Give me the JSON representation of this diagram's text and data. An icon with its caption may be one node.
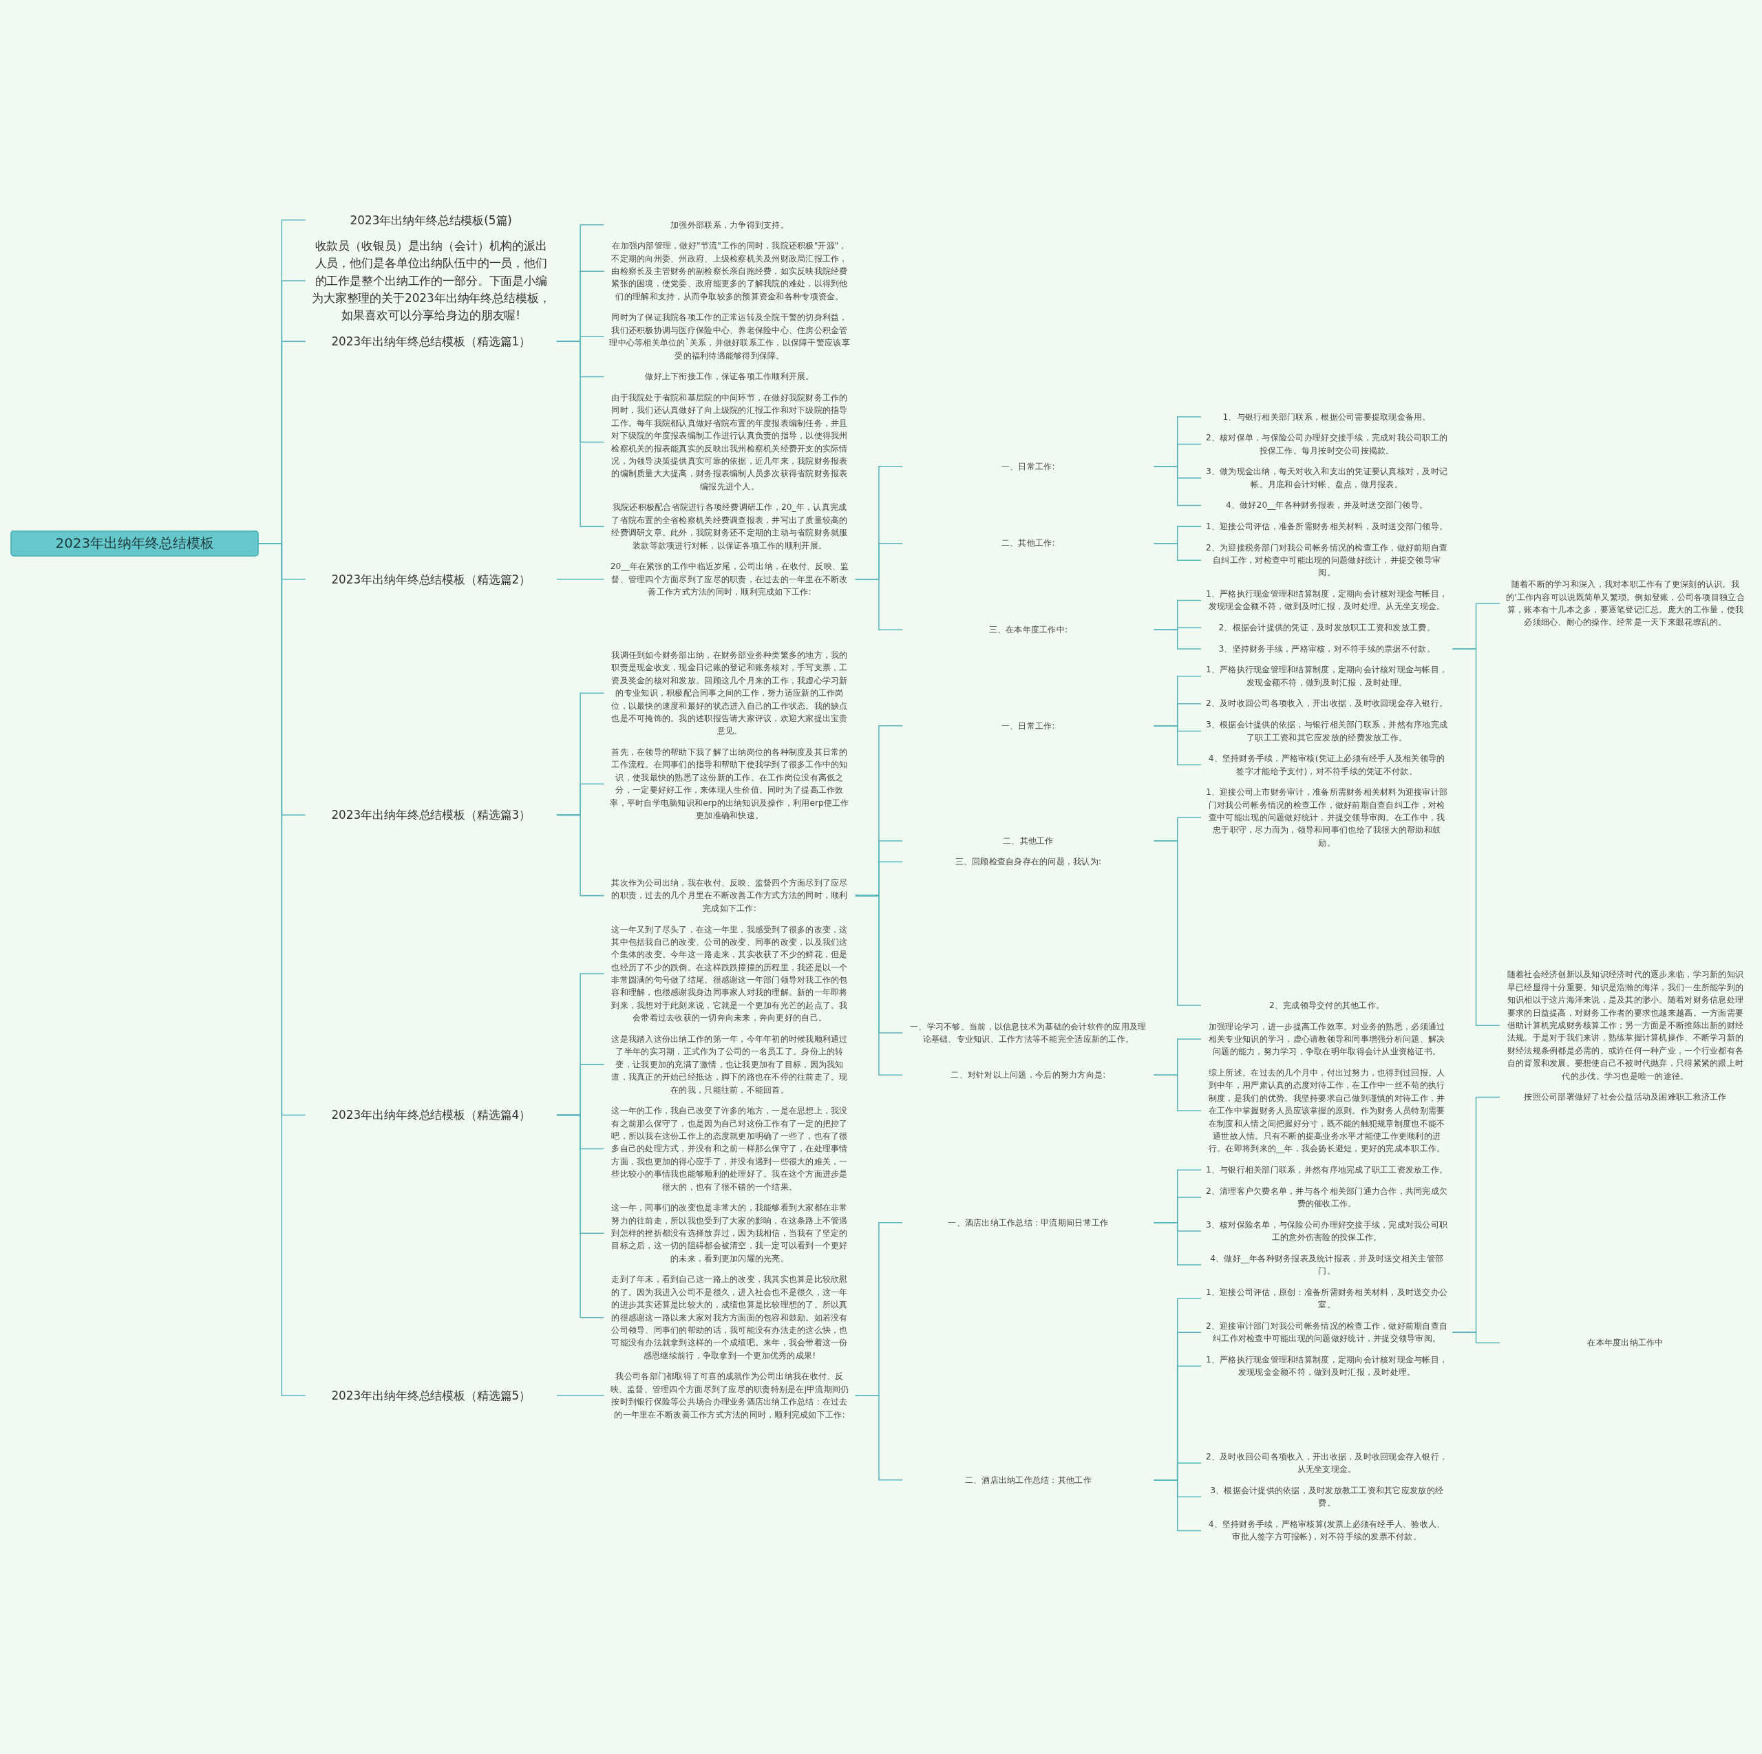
{
  "diagram": {
    "nodes": [
      {
        "text": [
          "2023年出纳年终总结模板"
        ]
      },
      {
        "text": [
          "2023年出纳年终总结模板(5篇)"
        ]
      },
      {
        "text": [
          "收款员（收银员）是出纳（会计）机构的派出人员，他们是各单位出纳队伍中的一员，他们的工作是整个出纳工作的一部分。下面是小编为大家整理的关于2023年出纳年终总结模板，如果喜欢可以分享给身边的朋友喔!"
        ]
      },
      {
        "text": [
          "2023年出纳年终总结模板（精选篇1）"
        ]
      },
      {
        "text": [
          "加强外部联系，力争得到支持。"
        ]
      },
      {
        "text": [
          "在加强内部管理，做好\"节流\"工作的同时，我院还积极\"开源\"，不定期的向州委、州政府、上级检察机关及州财政局汇报工作，由检察长及主管财务的副检察长亲自跑经费，如实反映我院经费紧张的困境，使党委、政府能更多的了解我院的难处，以得到他们的理解和支持，从而争取较多的预算资金和各种专项资金。"
        ]
      },
      {
        "text": [
          "同时为了保证我院各项工作的正常运转及全院干警的切身利益，我们还积极协调与医疗保险中心、养老保险中心、住房公积金管理中心等相关单位的`关系，并做好联系工作，以保障干警应该享受的福利待遇能够得到保障。"
        ]
      },
      {
        "text": [
          "做好上下衔接工作，保证各项工作顺利开展。"
        ]
      },
      {
        "text": [
          "由于我院处于省院和基层院的中间环节，在做好我院财务工作的同时，我们还认真做好了向上级院的汇报工作和对下级院的指导工作。每年我院都认真做好省院布置的年度报表编制任务，并且对下级院的年度报表编制工作进行认真负责的指导，以使得我州检察机关的报表能真实的反映出我州检察机关经费开支的实际情况，为领导决策提供真实可靠的依据，近几年来，我院财务报表的编制质量大大提高，财务报表编制人员多次获得省院财务报表编报先进个人。"
        ]
      },
      {
        "text": [
          "我院还积极配合省院进行各项经费调研工作，20_年，认真完成了省院布置的全省检察机关经费调查报表，并写出了质量较高的经费调研文章。此外，我院财务还不定期的主动与省院财务就服装款等款项进行对帐，以保证各项工作的顺利开展。"
        ]
      },
      {
        "text": [
          "2023年出纳年终总结模板（精选篇2）"
        ]
      },
      {
        "text": [
          "20__年在紧张的工作中临近岁尾，公司出纳，在收付、反映、监督、管理四个方面尽到了应尽的职责，在过去的一年里在不断改善工作方式方法的同时，顺利完成如下工作:"
        ]
      },
      {
        "text": [
          "一、日常工作:"
        ]
      },
      {
        "text": [
          "1、与银行相关部门联系，根据公司需要提取现金备用。"
        ]
      },
      {
        "text": [
          "2、核对保单，与保险公司办理好交接手续，完成对我公司职工的投保工作。每月按时交公司按揭款。"
        ]
      },
      {
        "text": [
          "3、做为现金出纳，每天对收入和支出的凭证要认真核对，及时记帐。月底和会计对帐、盘点，做月报表。"
        ]
      },
      {
        "text": [
          "4、做好20__年各种财务报表，并及时送交部门领导。"
        ]
      },
      {
        "text": [
          "二、其他工作:"
        ]
      },
      {
        "text": [
          "1、迎接公司评估，准备所需财务相关材料，及时送交部门领导。"
        ]
      },
      {
        "text": [
          "2、为迎接税务部门对我公司帐务情况的检查工作，做好前期自查自纠工作，对检查中可能出现的问题做好统计，并提交领导审阅。"
        ]
      },
      {
        "text": [
          "三、在本年度工作中:"
        ]
      },
      {
        "text": [
          "1、严格执行现金管理和结算制度，定期向会计核对现金与帐目，发现现金金额不符，做到及时汇报，及时处理。从无坐支现金。"
        ]
      },
      {
        "text": [
          "2、根据会计提供的凭证，及时发放职工工资和发放工费。"
        ]
      },
      {
        "text": [
          "3、坚持财务手续，严格审核，对不符手续的票据不付款。"
        ]
      },
      {
        "text": [
          "随着不断的学习和深入，我对本职工作有了更深刻的认识。我的'工作内容可以说既简单又繁琐。例如登账，公司各项目独立合算，账本有十几本之多，要逐笔登记汇总。庞大的工作量，使我必须细心、耐心的操作。经常是一天下来眼花缭乱的。"
        ]
      },
      {
        "text": [
          "随着社会经济创新以及知识经济时代的逐步来临，学习新的知识早已经显得十分重要。知识是浩瀚的海洋，我们一生所能学到的知识相以于这片海洋来说，是及其的渺小。随着对财务信息处理要求的日益提高，对财务工作者的要求也越来越高。一方面需要借助计算机完成财务核算工作；另一方面是不断推陈出新的财经法规。于是对于我们来讲，熟练掌握计算机操作、不断学习新的财经法规条例都是必需的。或许任何一种产业，一个行业都有各自的背景和发展。要想使自己不被时代抛弃，只得紧紧的跟上时代的步伐。学习也是唯一的途径。"
        ]
      },
      {
        "text": [
          "2023年出纳年终总结模板（精选篇3）"
        ]
      },
      {
        "text": [
          "我调任到如今财务部出纳，在财务部业务种类繁多的地方，我的职责是现金收支，现金日记账的登记和账务核对，手写支票，工资及奖金的核对和发放。回顾这几个月来的工作，我虚心学习新的专业知识，积极配合同事之间的工作，努力适应新的工作岗位，以最快的速度和最好的状态进入自己的工作状态。我的缺点也是不可掩饰的。我的述职报告请大家评议，欢迎大家提出宝贵意见。"
        ]
      },
      {
        "text": [
          "首先，在领导的帮助下我了解了出纳岗位的各种制度及其日常的工作流程。在同事们的指导和帮助下使我学到了很多工作中的知识，使我最快的熟悉了这份新的工作。在工作岗位没有高低之分，一定要好好工作，来体现人生价值。同时为了提高工作效率，平时自学电脑知识和erp的出纳知识及操作，利用erp使工作更加准确和快速。"
        ]
      },
      {
        "text": [
          "其次作为公司出纳，我在收付、反映、监督四个方面尽到了应尽的职责，过去的几个月里在不断改善工作方式方法的同时，顺利完成如下工作:"
        ]
      },
      {
        "text": [
          "一、日常工作:"
        ]
      },
      {
        "text": [
          "1、严格执行现金管理和结算制度，定期向会计核对现金与帐目，发现金额不符，做到及时汇报，及时处理。"
        ]
      },
      {
        "text": [
          "2、及时收回公司各项收入，开出收据，及时收回现金存入银行。"
        ]
      },
      {
        "text": [
          "3、根据会计提供的依据，与银行相关部门联系，并然有序地完成了职工工资和其它应发放的经费发放工作。"
        ]
      },
      {
        "text": [
          "4、坚持财务手续，严格审核(凭证上必须有经手人及相关领导的签字才能给予支付)，对不符手续的凭证不付款。"
        ]
      },
      {
        "text": [
          "二、其他工作"
        ]
      },
      {
        "text": [
          "1、迎接公司上市财务审计，准备所需财务相关材料为迎接审计部门对我公司帐务情况的检查工作，做好前期自查自纠工作，对检查中可能出现的问题做好统计，并提交领导审阅。在工作中，我忠于职守，尽力而为，领导和同事们也给了我很大的帮助和鼓励。"
        ]
      },
      {
        "text": [
          "2、完成领导交付的其他工作。"
        ]
      },
      {
        "text": [
          "三、回顾检查自身存在的问题，我认为:"
        ]
      },
      {
        "text": [
          "一、学习不够。当前，以信息技术为基础的会计软件的应用及理论基础、专业知识、工作方法等不能完全适应新的工作。"
        ]
      },
      {
        "text": [
          "二、对针对以上问题，今后的努力方向是:"
        ]
      },
      {
        "text": [
          "加强理论学习，进一步提高工作效率。对业务的熟悉，必须通过相关专业知识的学习，虚心请教领导和同事增强分析问题、解决问题的能力，努力学习，争取在明年取得会计从业资格证书。"
        ]
      },
      {
        "text": [
          "综上所述。在过去的几个月中，付出过努力，也得到过回报。人到中年，用严肃认真的态度对待工作，在工作中一丝不苟的执行制度，是我们的优势。我坚持要求自己做到谨慎的对待工作，并在工作中掌握财务人员应该掌握的原则。作为财务人员特别需要在制度和人情之间把握好分寸，既不能的触犯规章制度也不能不通世故人情。只有不断的提高业务水平才能使工作更顺利的进行。在即将到来的__年，我会扬长避短，更好的完成本职工作。"
        ]
      },
      {
        "text": [
          "2023年出纳年终总结模板（精选篇4）"
        ]
      },
      {
        "text": [
          "这一年又到了尽头了，在这一年里，我感受到了很多的改变，这其中包括我自己的改变、公司的改变、同事的改变，以及我们这个集体的改变。今年这一路走来，其实收获了不少的鲜花，但是也经历了不少的跌倒。在这样跌跌撞撞的历程里，我还是以一个非常圆满的句号做了结尾。很感谢这一年部门领导对我工作的包容和理解，也很感谢我身边同事家人对我的理解。新的一年即将到来，我想对于此刻来说，它就是一个更加有光芒的起点了。我会带着过去收获的一切奔向未来，奔向更好的自己。"
        ]
      },
      {
        "text": [
          "这是我踏入这份出纳工作的第一年，今年年初的时候我顺利通过了半年的实习期，正式作为了公司的一名员工了。身份上的转变，让我更加的充满了激情，也让我更加有了目标，因为我知道，我真正的开始已经抵达，脚下的路也在不停的往前走了。现在的我，只能往前，不能回首。"
        ]
      },
      {
        "text": [
          "这一年的工作，我自己改变了许多的地方，一是在思想上，我没有之前那么保守了，也是因为自己对这份工作有了一定的把控了吧，所以我在这份工作上的态度就更加明确了一些了，也有了很多自己的处理方式，并没有和之前一样那么保守了，在处理事情方面，我也更加的得心应手了，并没有遇到一些很大的难关，一些比较小的事情我也能够顺利的处理好了。我在这个方面进步是很大的，也有了很不错的一个结果。"
        ]
      },
      {
        "text": [
          "这一年，同事们的改变也是非常大的，我能够看到大家都在非常努力的往前走，所以我也受到了大家的影响，在这条路上不管遇到怎样的挫折都没有选择放弃过，因为我相信，当我有了坚定的目标之后，这一切的阻碍都会被清空，我一定可以看到一个更好的未来，看到更加闪耀的光亮。"
        ]
      },
      {
        "text": [
          "走到了年末，看到自己这一路上的改变，我其实也算是比较欣慰的了。因为我进入公司不是很久，进入社会也不是很久，这一年的进步其实还算是比较大的，成绩也算是比较理想的了。所以真的很感谢这一路以来大家对我方方面面的包容和鼓励。如若没有公司领导、同事们的帮助的话，我可能没有办法走的这么快，也可能没有办法就拿到这样的一个成绩吧。来年，我会带着这一份感恩继续前行，争取拿到一个更加优秀的成果!"
        ]
      },
      {
        "text": [
          "2023年出纳年终总结模板（精选篇5）"
        ]
      },
      {
        "text": [
          "我公司各部门都取得了可喜的成就作为公司出纳我在收付、反映、监督、管理四个方面尽到了应尽的职责特别是在j甲流期间仍按时到银行保险等公共场合办理业务酒店出纳工作总结：在过去的一年里在不断改善工作方式方法的同时，顺利完成如下工作:"
        ]
      },
      {
        "text": [
          "一、酒店出纳工作总结：甲流期间日常工作"
        ]
      },
      {
        "text": [
          "1、与银行相关部门联系，并然有序地完成了职工工资发放工作。"
        ]
      },
      {
        "text": [
          "2、清理客户欠费名单，并与各个相关部门通力合作，共同完成欠费的催收工作。"
        ]
      },
      {
        "text": [
          "3、核对保险名单，与保险公司办理好交接手续，完成对我公司职工的意外伤害险的投保工作。"
        ]
      },
      {
        "text": [
          "4、做好__年各种财务报表及统计报表，并及时送交相关主管部门。"
        ]
      },
      {
        "text": [
          "二、酒店出纳工作总结：其他工作"
        ]
      },
      {
        "text": [
          "1、迎接公司评估，原创：准备所需财务相关材料，及时送交办公室。"
        ]
      },
      {
        "text": [
          "2、迎接审计部门对我公司帐务情况的检查工作，做好前期自查自纠工作对检查中可能出现的问题做好统计，并提交领导审阅。"
        ]
      },
      {
        "text": [
          "按照公司部署做好了社会公益活动及困难职工救济工作"
        ]
      },
      {
        "text": [
          "在本年度出纳工作中"
        ]
      },
      {
        "text": [
          "1、严格执行现金管理和结算制度，定期向会计核对现金与帐目，发现现金金额不符，做到及时汇报，及时处理。"
        ]
      },
      {
        "text": [
          "2、及时收回公司各项收入，开出收据，及时收回现金存入银行，从无坐支现金。"
        ]
      },
      {
        "text": [
          "3、根据会计提供的依据，及时发放教工工资和其它应发放的经费。"
        ]
      },
      {
        "text": [
          "4、坚持财务手续，严格审核算(发票上必须有经手人、验收人、审批人签字方可报帐)，对不符手续的发票不付款。"
        ]
      }
    ],
    "edges": [
      {
        "from": 0,
        "to": 1,
        "arrow": "none"
      },
      {
        "from": 0,
        "to": 2,
        "arrow": "none"
      },
      {
        "from": 0,
        "to": 3,
        "arrow": "none"
      },
      {
        "from": 3,
        "to": 4,
        "arrow": "none"
      },
      {
        "from": 3,
        "to": 5,
        "arrow": "none"
      },
      {
        "from": 3,
        "to": 6,
        "arrow": "none"
      },
      {
        "from": 3,
        "to": 7,
        "arrow": "none"
      },
      {
        "from": 3,
        "to": 8,
        "arrow": "none"
      },
      {
        "from": 3,
        "to": 9,
        "arrow": "none"
      },
      {
        "from": 0,
        "to": 10,
        "arrow": "none"
      },
      {
        "from": 10,
        "to": 11,
        "arrow": "none"
      },
      {
        "from": 11,
        "to": 12,
        "arrow": "none"
      },
      {
        "from": 12,
        "to": 13,
        "arrow": "none"
      },
      {
        "from": 12,
        "to": 14,
        "arrow": "none"
      },
      {
        "from": 12,
        "to": 15,
        "arrow": "none"
      },
      {
        "from": 12,
        "to": 16,
        "arrow": "none"
      },
      {
        "from": 11,
        "to": 17,
        "arrow": "none"
      },
      {
        "from": 17,
        "to": 18,
        "arrow": "none"
      },
      {
        "from": 17,
        "to": 19,
        "arrow": "none"
      },
      {
        "from": 11,
        "to": 20,
        "arrow": "none"
      },
      {
        "from": 20,
        "to": 21,
        "arrow": "none"
      },
      {
        "from": 20,
        "to": 22,
        "arrow": "none"
      },
      {
        "from": 20,
        "to": 23,
        "arrow": "none"
      },
      {
        "from": 23,
        "to": 24,
        "arrow": "none"
      },
      {
        "from": 23,
        "to": 25,
        "arrow": "none"
      },
      {
        "from": 0,
        "to": 26,
        "arrow": "none"
      },
      {
        "from": 26,
        "to": 27,
        "arrow": "none"
      },
      {
        "from": 26,
        "to": 28,
        "arrow": "none"
      },
      {
        "from": 26,
        "to": 29,
        "arrow": "none"
      },
      {
        "from": 29,
        "to": 30,
        "arrow": "none"
      },
      {
        "from": 30,
        "to": 31,
        "arrow": "none"
      },
      {
        "from": 30,
        "to": 32,
        "arrow": "none"
      },
      {
        "from": 30,
        "to": 33,
        "arrow": "none"
      },
      {
        "from": 30,
        "to": 34,
        "arrow": "none"
      },
      {
        "from": 29,
        "to": 35,
        "arrow": "none"
      },
      {
        "from": 35,
        "to": 36,
        "arrow": "none"
      },
      {
        "from": 35,
        "to": 37,
        "arrow": "none"
      },
      {
        "from": 29,
        "to": 38,
        "arrow": "none"
      },
      {
        "from": 29,
        "to": 39,
        "arrow": "none"
      },
      {
        "from": 29,
        "to": 40,
        "arrow": "none"
      },
      {
        "from": 40,
        "to": 41,
        "arrow": "none"
      },
      {
        "from": 40,
        "to": 42,
        "arrow": "none"
      },
      {
        "from": 0,
        "to": 43,
        "arrow": "none"
      },
      {
        "from": 43,
        "to": 44,
        "arrow": "none"
      },
      {
        "from": 43,
        "to": 45,
        "arrow": "none"
      },
      {
        "from": 43,
        "to": 46,
        "arrow": "none"
      },
      {
        "from": 43,
        "to": 47,
        "arrow": "none"
      },
      {
        "from": 43,
        "to": 48,
        "arrow": "none"
      },
      {
        "from": 0,
        "to": 49,
        "arrow": "none"
      },
      {
        "from": 49,
        "to": 50,
        "arrow": "none"
      },
      {
        "from": 50,
        "to": 51,
        "arrow": "none"
      },
      {
        "from": 51,
        "to": 52,
        "arrow": "none"
      },
      {
        "from": 51,
        "to": 53,
        "arrow": "none"
      },
      {
        "from": 51,
        "to": 54,
        "arrow": "none"
      },
      {
        "from": 51,
        "to": 55,
        "arrow": "none"
      },
      {
        "from": 50,
        "to": 56,
        "arrow": "none"
      },
      {
        "from": 56,
        "to": 57,
        "arrow": "none"
      },
      {
        "from": 56,
        "to": 58,
        "arrow": "none"
      },
      {
        "from": 58,
        "to": 59,
        "arrow": "none"
      },
      {
        "from": 58,
        "to": 60,
        "arrow": "none"
      },
      {
        "from": 56,
        "to": 61,
        "arrow": "none"
      },
      {
        "from": 56,
        "to": 62,
        "arrow": "none"
      },
      {
        "from": 56,
        "to": 63,
        "arrow": "none"
      },
      {
        "from": 56,
        "to": 64,
        "arrow": "none"
      }
    ]
  }
}
